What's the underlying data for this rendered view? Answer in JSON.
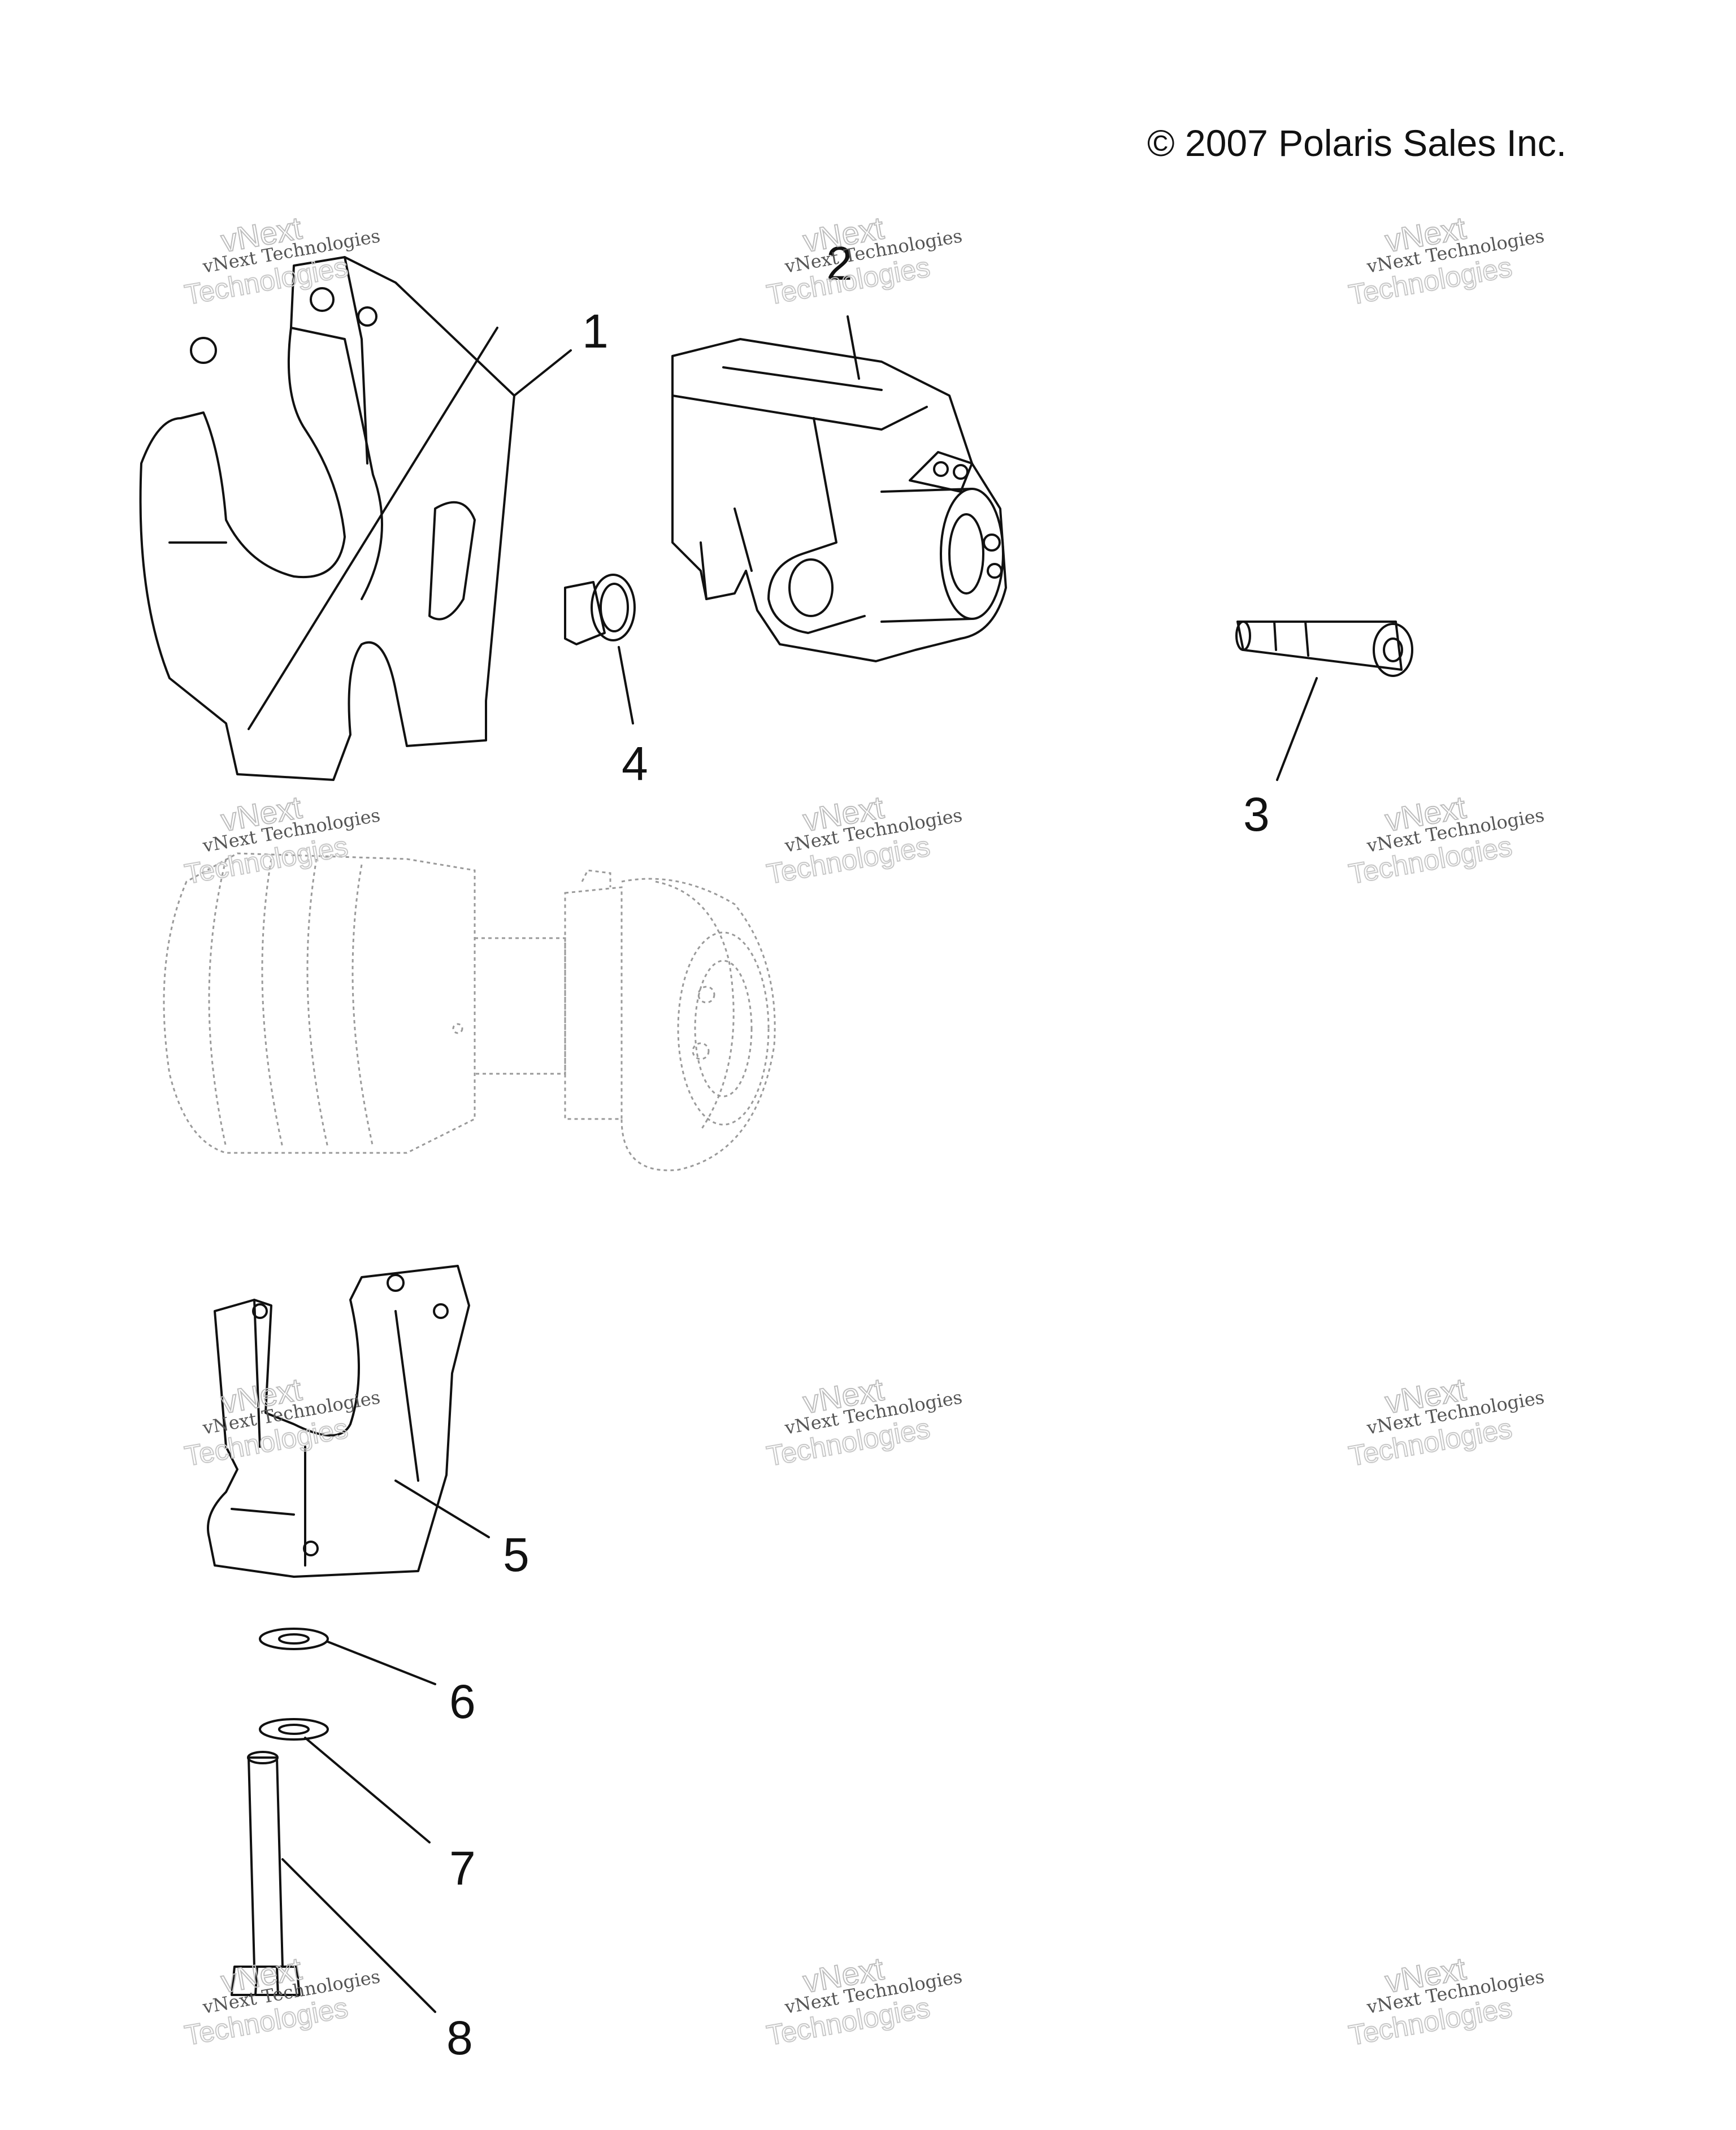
{
  "copyright": "2007 Polaris Sales Inc.",
  "copyright_symbol": "©",
  "callouts": [
    "1",
    "2",
    "3",
    "4",
    "5",
    "6",
    "7",
    "8"
  ],
  "watermark": {
    "line1": "vNext Technologies",
    "line2": "vNext",
    "line3": "Technologies"
  }
}
